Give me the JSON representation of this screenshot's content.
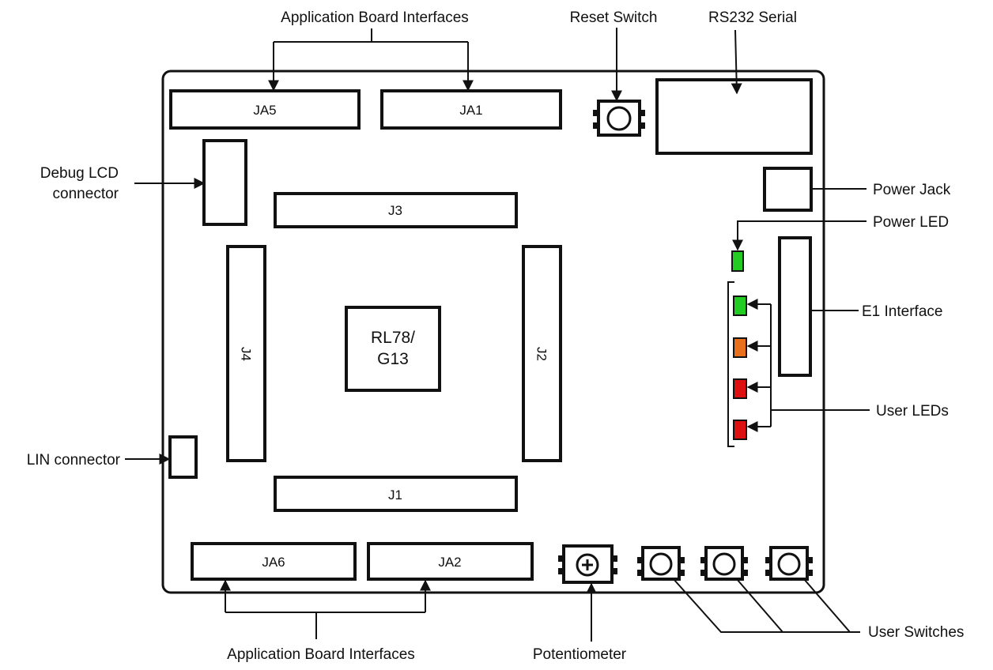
{
  "labels": {
    "app_top": "Application Board Interfaces",
    "reset": "Reset Switch",
    "rs232": "RS232 Serial",
    "debug_lcd_1": "Debug LCD",
    "debug_lcd_2": "connector",
    "power_jack": "Power Jack",
    "power_led": "Power LED",
    "e1": "E1 Interface",
    "user_leds": "User LEDs",
    "lin": "LIN connector",
    "app_bottom": "Application Board Interfaces",
    "pot": "Potentiometer",
    "user_switches": "User Switches"
  },
  "connectors": {
    "ja5": "JA5",
    "ja1": "JA1",
    "j3": "J3",
    "j4": "J4",
    "j2": "J2",
    "j1": "J1",
    "ja6": "JA6",
    "ja2": "JA2"
  },
  "mcu": {
    "line1": "RL78/",
    "line2": "G13"
  },
  "colors": {
    "led_green": "#22cc22",
    "led_orange": "#e8701c",
    "led_red": "#dd1111",
    "line": "#111111"
  }
}
